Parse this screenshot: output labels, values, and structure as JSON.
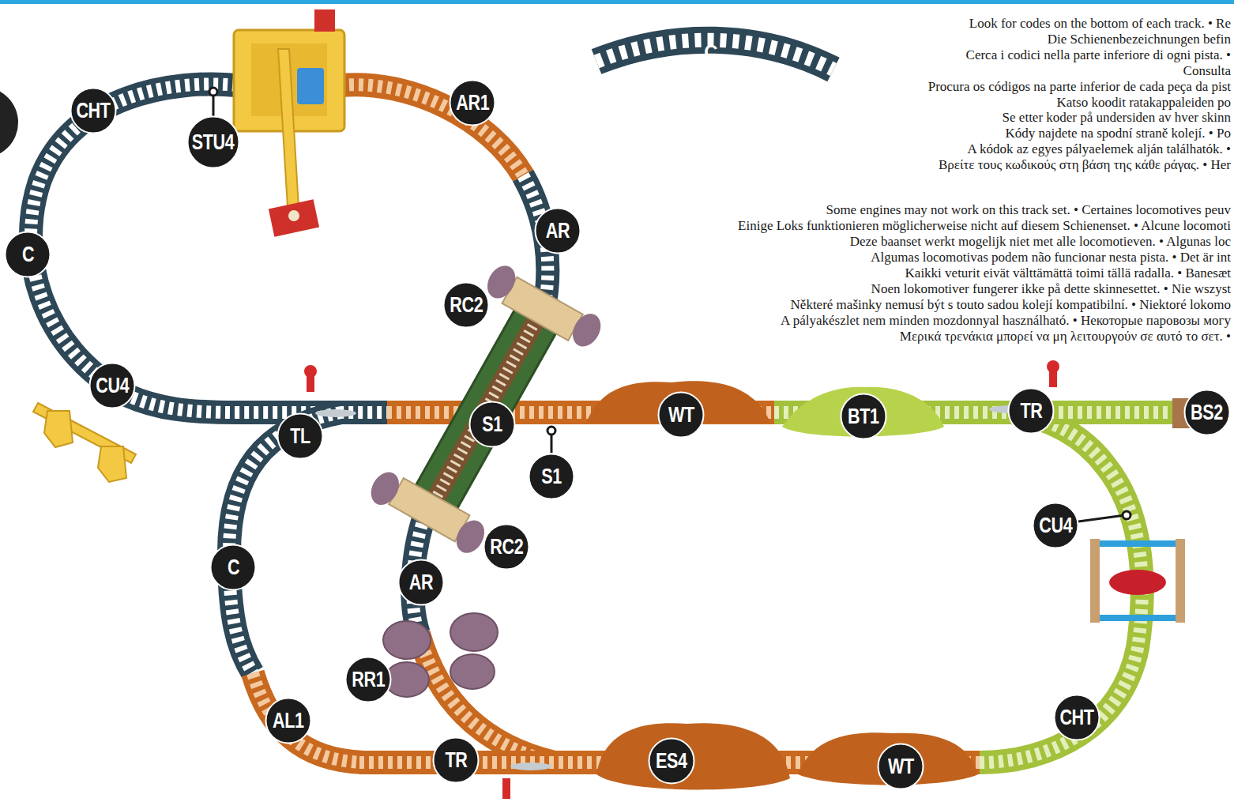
{
  "diagram": {
    "nodes": [
      {
        "text": [
          "CHT"
        ]
      },
      {
        "text": [
          "STU4"
        ]
      },
      {
        "text": [
          "AR1"
        ]
      },
      {
        "text": [
          "AR"
        ]
      },
      {
        "text": [
          "RC2"
        ]
      },
      {
        "text": [
          "C"
        ]
      },
      {
        "text": [
          "CU4"
        ]
      },
      {
        "text": [
          "TL"
        ]
      },
      {
        "text": [
          "S1"
        ]
      },
      {
        "text": [
          "S1"
        ]
      },
      {
        "text": [
          "WT"
        ]
      },
      {
        "text": [
          "BT1"
        ]
      },
      {
        "text": [
          "TR"
        ]
      },
      {
        "text": [
          "BS2"
        ]
      },
      {
        "text": [
          "CU4"
        ]
      },
      {
        "text": [
          "C"
        ]
      },
      {
        "text": [
          "RC2"
        ]
      },
      {
        "text": [
          "AR"
        ]
      },
      {
        "text": [
          "RR1"
        ]
      },
      {
        "text": [
          "AL1"
        ]
      },
      {
        "text": [
          "TR"
        ]
      },
      {
        "text": [
          "ES4"
        ]
      },
      {
        "text": [
          "WT"
        ]
      },
      {
        "text": [
          "CHT"
        ]
      }
    ],
    "labels": [
      "C",
      "Look for codes on the bottom of each track. • Re",
      "Die Schienenbezeichnungen befin",
      "Cerca i codici nella parte inferiore di ogni pista. •",
      "Consulta",
      "Procura os códigos na parte inferior de cada peça da pist",
      "Katso koodit ratakappaleiden po",
      "Se etter koder på undersiden av hver skinn",
      "Kódy najdete na spodní straně kolejí. • Po",
      "A kódok az egyes pályaelemek alján találhatók. •",
      "Βρείτε τους κωδικούς στη βάση της κάθε ράγας. • Her",
      "Some engines may not work on this track set. • Certaines locomotives peuv",
      "Einige Loks funktionieren möglicherweise nicht auf diesem Schienenset. • Alcune locomoti",
      "Deze baanset werkt mogelijk niet met alle locomotieven. • Algunas loc",
      "Algumas locomotivas podem não funcionar nesta pista. • Det är int",
      "Kaikki veturit eivät välttämättä toimi tällä radalla. • Banesæt",
      "Noen lokomotiver fungerer ikke på dette skinnesettet. • Nie wszyst",
      "Některé mašinky nemusí být s touto sadou kolejí kompatibilní. • Niektoré lokomo",
      "A pályakészlet nem minden mozdonnyal használható. • Некоторые паровозы могу",
      "Μερικά τρενάκια μπορεί να μη λειτουργούν σε αυτό το σετ. •"
    ]
  }
}
